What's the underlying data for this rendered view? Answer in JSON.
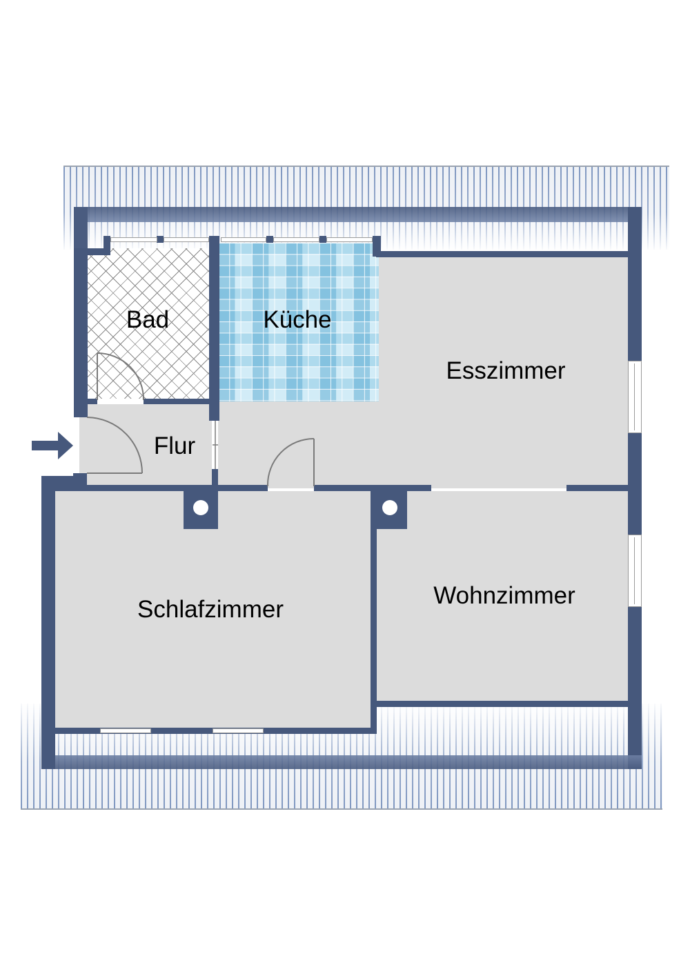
{
  "floorplan": {
    "rooms": [
      {
        "id": "bad",
        "label": "Bad"
      },
      {
        "id": "kueche",
        "label": "Küche"
      },
      {
        "id": "esszimmer",
        "label": "Esszimmer"
      },
      {
        "id": "flur",
        "label": "Flur"
      },
      {
        "id": "schlafzimmer",
        "label": "Schlafzimmer"
      },
      {
        "id": "wohnzimmer",
        "label": "Wohnzimmer"
      }
    ],
    "entrance_icon": "arrow-right-icon",
    "colors": {
      "wall": "#46587c",
      "floor": "#dcdcdc",
      "kitchen_tile": "#8cc8e6",
      "roof_stripes": "#7f97c0",
      "text": "#000000"
    }
  }
}
